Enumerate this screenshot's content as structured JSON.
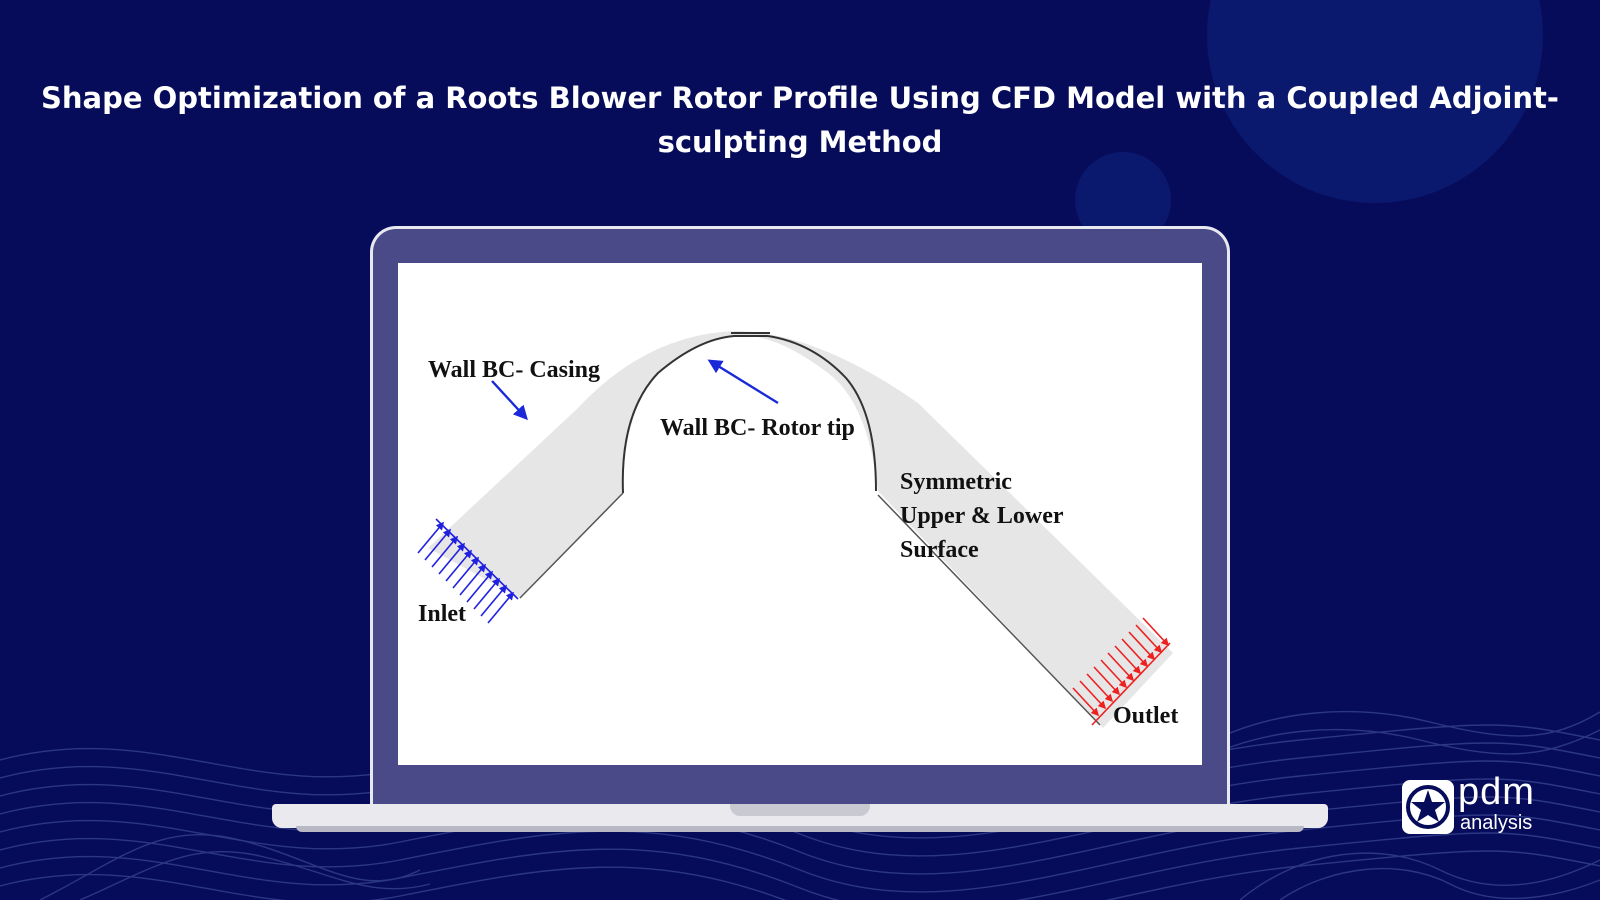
{
  "title": "Shape Optimization of a Roots Blower Rotor Profile Using CFD Model with a Coupled Adjoint-sculpting Method",
  "diagram": {
    "labels": {
      "wall_casing": "Wall BC- Casing",
      "wall_rotor_tip": "Wall BC- Rotor tip",
      "symmetric_line1": "Symmetric",
      "symmetric_line2": "Upper & Lower",
      "symmetric_line3": "Surface",
      "inlet": "Inlet",
      "outlet": "Outlet"
    },
    "colors": {
      "inlet_arrows": "#2020e0",
      "outlet_arrows": "#ee2020",
      "pointer_arrows": "#1a2ad8",
      "domain_fill": "#e6e6e6"
    }
  },
  "logo": {
    "name": "pdm",
    "sub": "analysis",
    "icon": "star-circle-icon"
  },
  "colors": {
    "background": "#070c5a",
    "frame": "#4a4a88"
  }
}
